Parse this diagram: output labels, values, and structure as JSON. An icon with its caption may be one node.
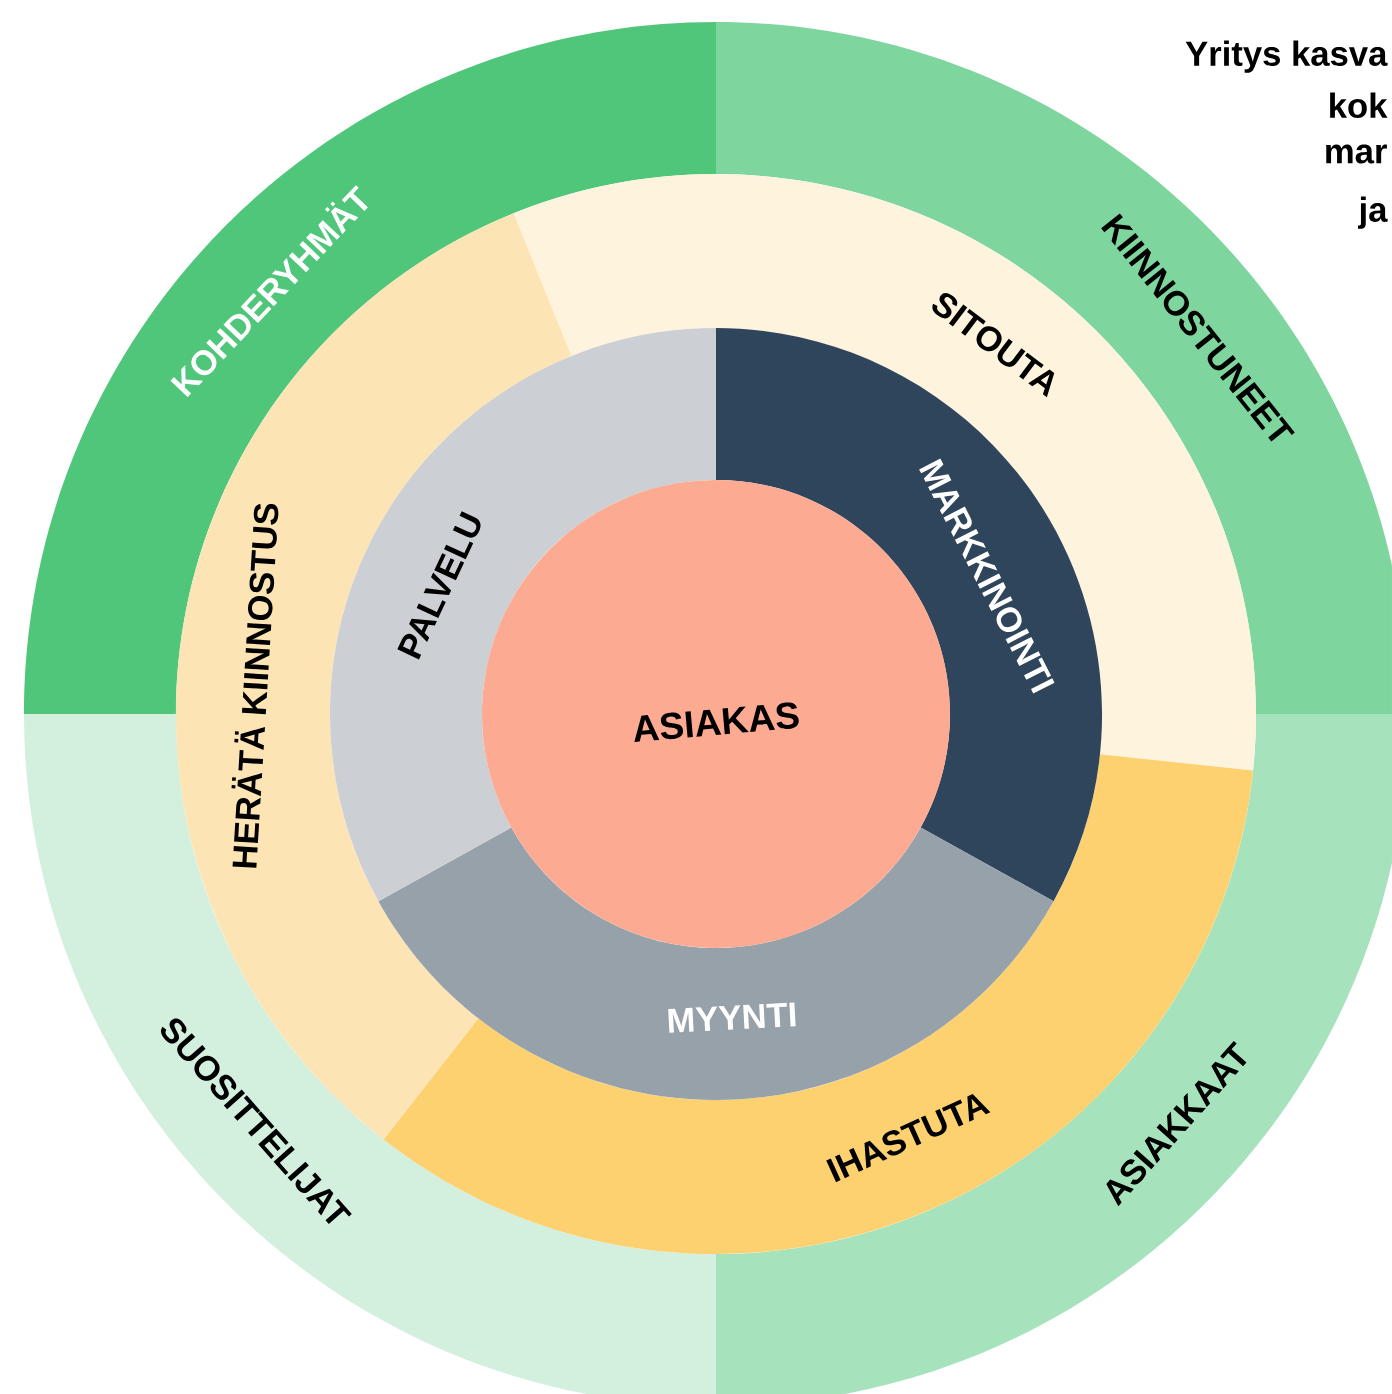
{
  "diagram": {
    "nodes": [
      {
        "text": [
          "KOHDERYHMÄT"
        ]
      },
      {
        "text": [
          "KIINNOSTUNEET"
        ]
      },
      {
        "text": [
          "ASIAKKAAT"
        ]
      },
      {
        "text": [
          "SUOSITTELIJAT"
        ]
      },
      {
        "text": [
          "SITOUTA"
        ]
      },
      {
        "text": [
          "IHASTUTA"
        ]
      },
      {
        "text": [
          "HERÄTÄ KIINNOSTUS"
        ]
      },
      {
        "text": [
          "MARKKINOINTI"
        ]
      },
      {
        "text": [
          "MYYNTI"
        ]
      },
      {
        "text": [
          "PALVELU"
        ]
      },
      {
        "text": [
          "ASIAKAS"
        ]
      }
    ],
    "labels": [
      "Yritys kasva",
      "kok",
      "mar",
      "ja"
    ]
  }
}
